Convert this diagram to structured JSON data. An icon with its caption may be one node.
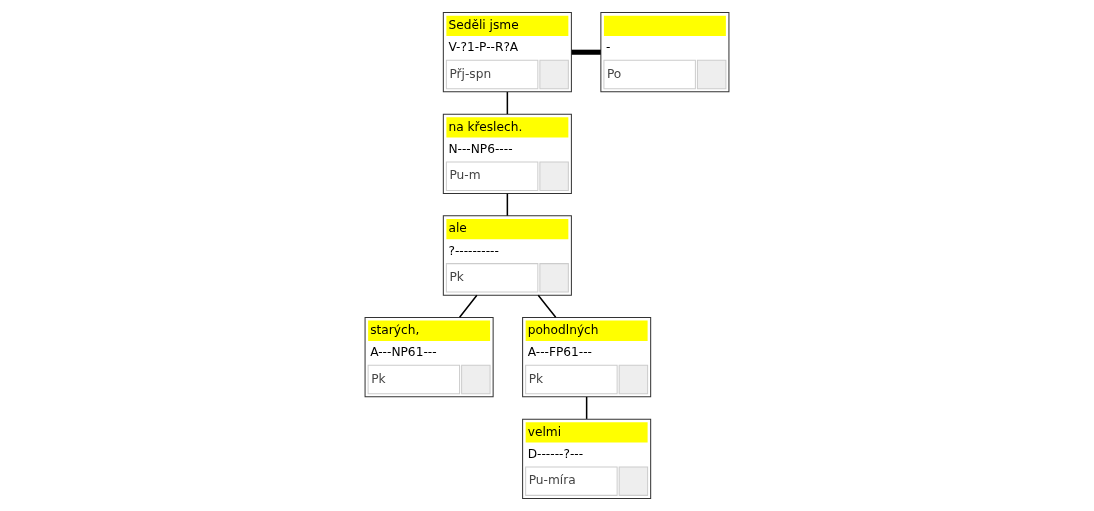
{
  "diagram": {
    "nodes": [
      {
        "text": [
          "Seděli jsme",
          "V-?1-P--R?A",
          "Přj-spn"
        ]
      },
      {
        "text": [
          "-",
          "Po"
        ]
      },
      {
        "text": [
          "na křeslech.",
          "N---NP6----",
          "Pu-m"
        ]
      },
      {
        "text": [
          "ale",
          "?----------",
          "Pk"
        ]
      },
      {
        "text": [
          "starých,",
          "A---NP61---",
          "Pk"
        ]
      },
      {
        "text": [
          "pohodlných",
          "A---FP61---",
          "Pk"
        ]
      },
      {
        "text": [
          "velmi",
          "D------?---",
          "Pu-míra"
        ]
      }
    ],
    "edges": [
      {
        "from": 0,
        "to": 1,
        "arrow": "none",
        "style": "thick"
      },
      {
        "from": 0,
        "to": 2,
        "arrow": "none"
      },
      {
        "from": 2,
        "to": 3,
        "arrow": "none"
      },
      {
        "from": 3,
        "to": 4,
        "arrow": "none"
      },
      {
        "from": 3,
        "to": 5,
        "arrow": "none"
      },
      {
        "from": 5,
        "to": 6,
        "arrow": "none"
      }
    ]
  }
}
